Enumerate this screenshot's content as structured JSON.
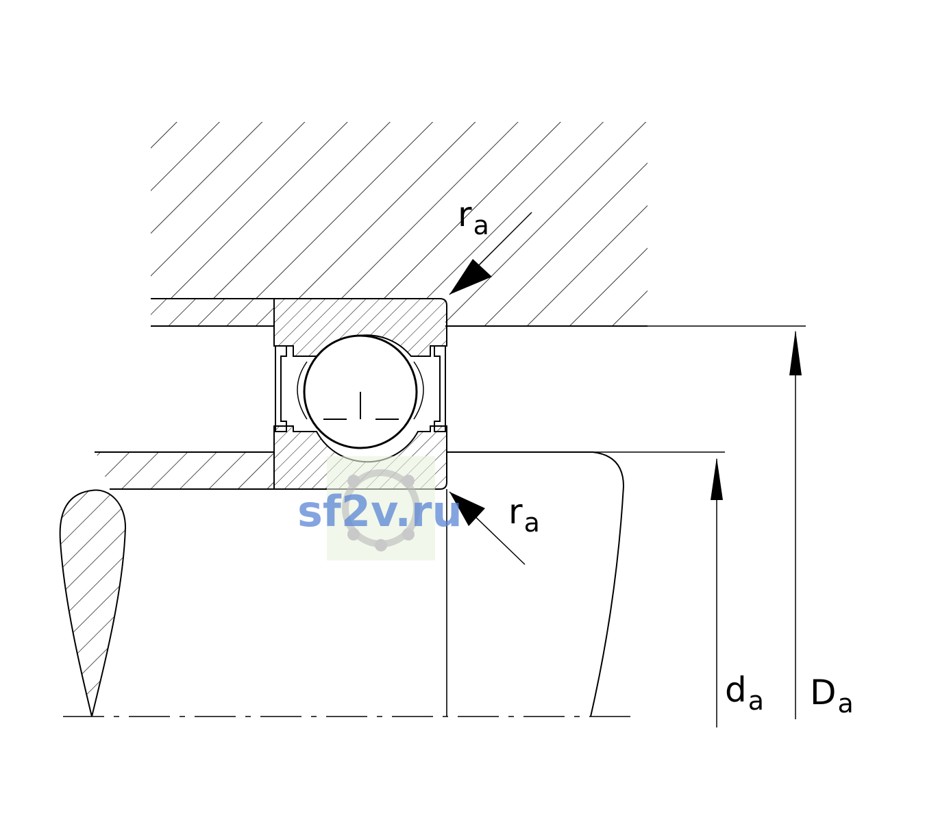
{
  "labels": {
    "ra_top": {
      "base": "r",
      "sub": "a"
    },
    "ra_bottom": {
      "base": "r",
      "sub": "a"
    },
    "da": {
      "base": "d",
      "sub": "a"
    },
    "Da": {
      "base": "D",
      "sub": "a"
    }
  },
  "watermark": "sf2v.ru",
  "colors": {
    "line": "#000000",
    "watermark_text": "#5b86d6",
    "watermark_bg": "#e7f1dc"
  }
}
